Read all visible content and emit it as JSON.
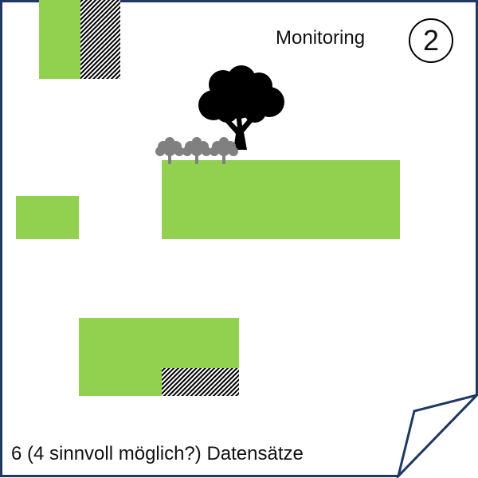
{
  "header": {
    "title": "Monitoring",
    "step_number": "2"
  },
  "caption": "6 (4 sinnvoll möglich?) Datensätze",
  "colors": {
    "area": "#92d050",
    "border": "#1f3864",
    "tree_main": "#000000",
    "tree_small": "#808080"
  },
  "icons": [
    "large-tree-icon",
    "small-tree-icon"
  ]
}
